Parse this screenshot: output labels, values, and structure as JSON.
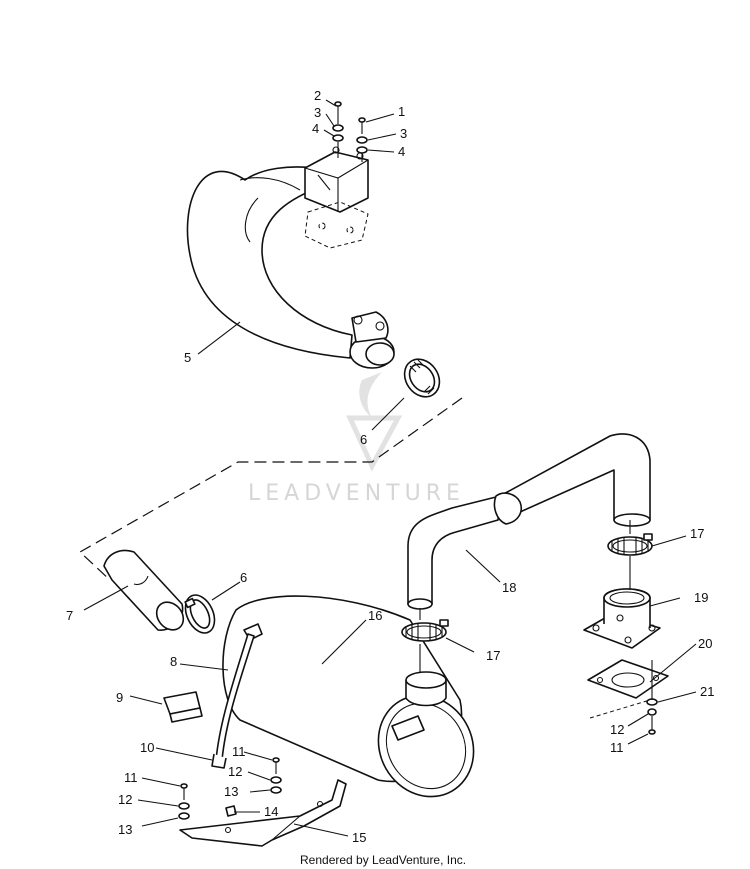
{
  "watermark": {
    "text": "LEADVENTURE"
  },
  "footer": {
    "text": "Rendered by LeadVenture, Inc."
  },
  "callouts": [
    {
      "id": "c2a",
      "label": "2"
    },
    {
      "id": "c1",
      "label": "1"
    },
    {
      "id": "c3a",
      "label": "3"
    },
    {
      "id": "c3b",
      "label": "3"
    },
    {
      "id": "c4a",
      "label": "4"
    },
    {
      "id": "c4b",
      "label": "4"
    },
    {
      "id": "c5",
      "label": "5"
    },
    {
      "id": "c6a",
      "label": "6"
    },
    {
      "id": "c17a",
      "label": "17"
    },
    {
      "id": "c18",
      "label": "18"
    },
    {
      "id": "c6b",
      "label": "6"
    },
    {
      "id": "c7",
      "label": "7"
    },
    {
      "id": "c19",
      "label": "19"
    },
    {
      "id": "c16",
      "label": "16"
    },
    {
      "id": "c20",
      "label": "20"
    },
    {
      "id": "c8",
      "label": "8"
    },
    {
      "id": "c17b",
      "label": "17"
    },
    {
      "id": "c9",
      "label": "9"
    },
    {
      "id": "c21",
      "label": "21"
    },
    {
      "id": "c12a",
      "label": "12"
    },
    {
      "id": "c11a",
      "label": "11"
    },
    {
      "id": "c10",
      "label": "10"
    },
    {
      "id": "c11b",
      "label": "11"
    },
    {
      "id": "c12b",
      "label": "12"
    },
    {
      "id": "c11c",
      "label": "11"
    },
    {
      "id": "c13a",
      "label": "13"
    },
    {
      "id": "c12c",
      "label": "12"
    },
    {
      "id": "c14",
      "label": "14"
    },
    {
      "id": "c13b",
      "label": "13"
    },
    {
      "id": "c15",
      "label": "15"
    }
  ]
}
